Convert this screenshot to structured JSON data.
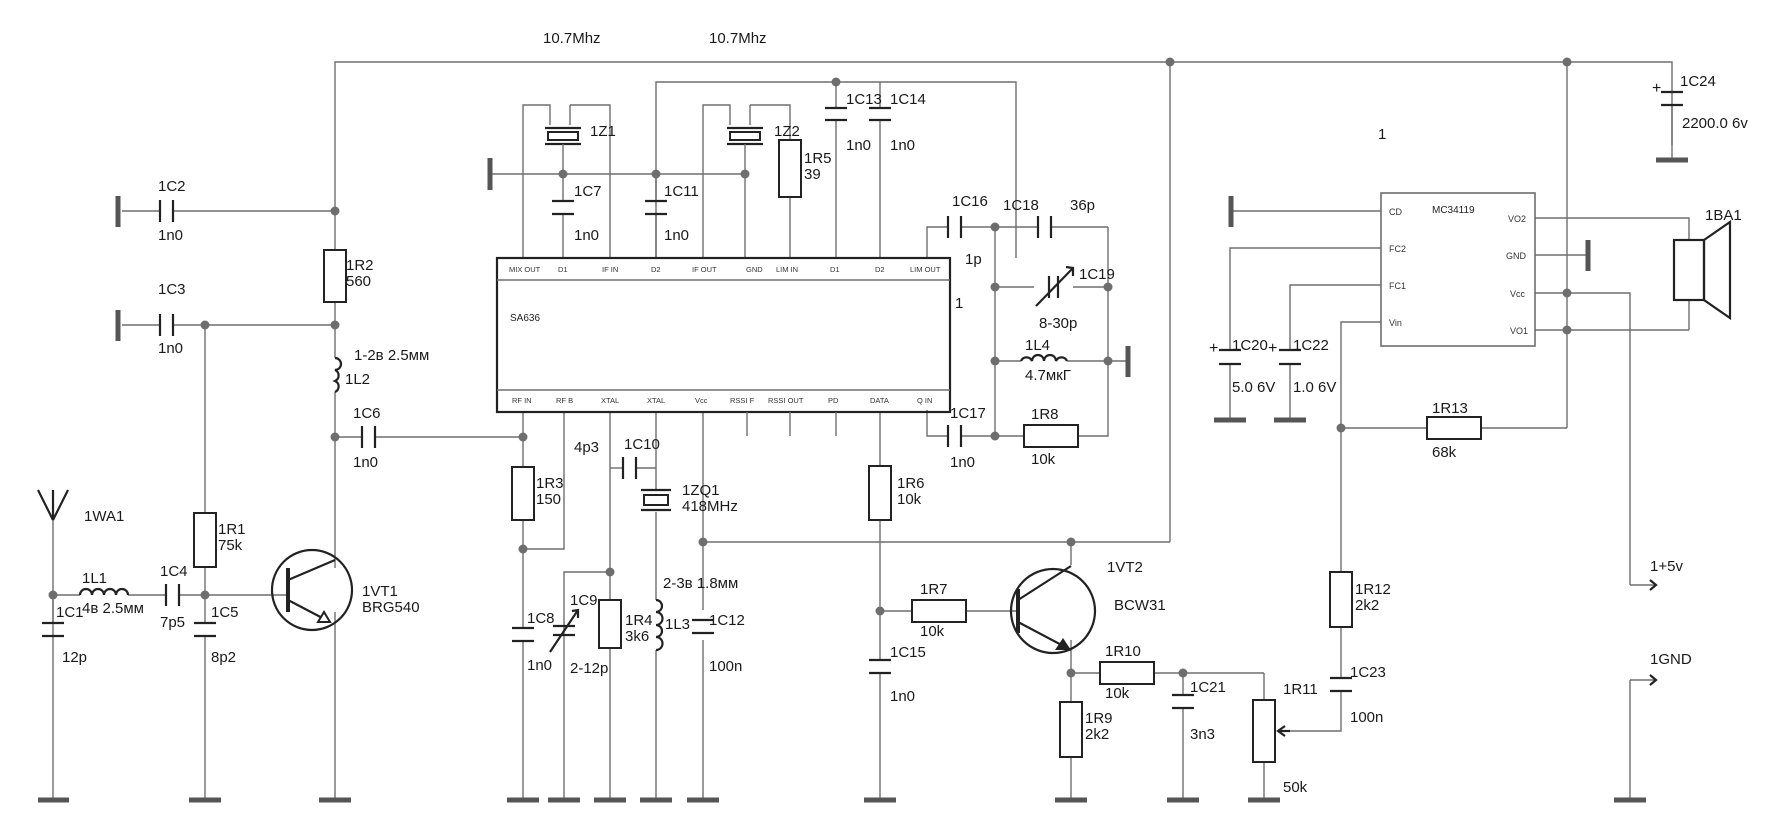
{
  "freq_labels": [
    "10.7Mhz",
    "10.7Mhz"
  ],
  "sheet_number_1": "1",
  "sheet_number_2": "1",
  "ic1": {
    "name": "SA636",
    "top_pins": [
      "MIX OUT",
      "D1",
      "IF IN",
      "D2",
      "IF OUT",
      "GND",
      "LIM IN",
      "D1",
      "D2",
      "LIM OUT"
    ],
    "bottom_pins": [
      "RF IN",
      "RF B",
      "XTAL",
      "XTAL",
      "Vcc",
      "RSSI F",
      "RSSI OUT",
      "PD",
      "DATA",
      "Q IN"
    ]
  },
  "ic2": {
    "name": "MC34119",
    "left_pins": [
      "CD",
      "FC2",
      "FC1",
      "Vin"
    ],
    "right_pins": [
      "VO2",
      "GND",
      "Vcc",
      "VO1"
    ]
  },
  "components": {
    "C2": {
      "ref": "1C2",
      "value": "1n0"
    },
    "C3": {
      "ref": "1C3",
      "value": "1n0"
    },
    "R2": {
      "ref": "1R2",
      "value": "560"
    },
    "L2": {
      "ref": "1L2",
      "value": "1-2в 2.5мм"
    },
    "C6": {
      "ref": "1C6",
      "value": "1n0"
    },
    "WA1": {
      "ref": "1WA1"
    },
    "L1": {
      "ref": "1L1",
      "value": "4в 2.5мм"
    },
    "C1": {
      "ref": "1C1",
      "value": "12p"
    },
    "C4": {
      "ref": "1C4",
      "value": "7p5"
    },
    "R1": {
      "ref": "1R1",
      "value": "75k"
    },
    "C5": {
      "ref": "1C5",
      "value": "8p2"
    },
    "VT1": {
      "ref": "1VT1",
      "value": "BRG540"
    },
    "Z1": {
      "ref": "1Z1"
    },
    "C7": {
      "ref": "1C7",
      "value": "1n0"
    },
    "C11": {
      "ref": "1C11",
      "value": "1n0"
    },
    "Z2": {
      "ref": "1Z2"
    },
    "R5": {
      "ref": "1R5",
      "value": "39"
    },
    "C13": {
      "ref": "1C13",
      "value": "1n0"
    },
    "C14": {
      "ref": "1C14",
      "value": "1n0"
    },
    "C16": {
      "ref": "1C16",
      "value": "1p"
    },
    "C18": {
      "ref": "1C18",
      "value": "36p"
    },
    "C19": {
      "ref": "1C19",
      "value": "8-30p"
    },
    "L4": {
      "ref": "1L4",
      "value": "4.7мкГ"
    },
    "C17": {
      "ref": "1C17",
      "value": "1n0"
    },
    "R8": {
      "ref": "1R8",
      "value": "10k"
    },
    "R3": {
      "ref": "1R3",
      "value": "150"
    },
    "C10": {
      "ref": "1C10",
      "value": "4p3"
    },
    "ZQ1": {
      "ref": "1ZQ1",
      "value": "418MHz"
    },
    "C8": {
      "ref": "1C8",
      "value": "1n0"
    },
    "C9": {
      "ref": "1C9",
      "value": "2-12p"
    },
    "R4": {
      "ref": "1R4",
      "value": "3k6"
    },
    "L3": {
      "ref": "1L3",
      "value": "2-3в 1.8мм"
    },
    "C12": {
      "ref": "1C12",
      "value": "100n"
    },
    "R6": {
      "ref": "1R6",
      "value": "10k"
    },
    "R7": {
      "ref": "1R7",
      "value": "10k"
    },
    "C15": {
      "ref": "1C15",
      "value": "1n0"
    },
    "VT2": {
      "ref": "1VT2",
      "value": "BCW31"
    },
    "R10": {
      "ref": "1R10",
      "value": "10k"
    },
    "R9": {
      "ref": "1R9",
      "value": "2k2"
    },
    "C21": {
      "ref": "1C21",
      "value": "3n3"
    },
    "R11": {
      "ref": "1R11",
      "value": "50k"
    },
    "R12": {
      "ref": "1R12",
      "value": "2k2"
    },
    "C23": {
      "ref": "1C23",
      "value": "100n"
    },
    "C20": {
      "ref": "1C20",
      "value": "5.0 6V"
    },
    "C22": {
      "ref": "1C22",
      "value": "1.0 6V"
    },
    "R13": {
      "ref": "1R13",
      "value": "68k"
    },
    "C24": {
      "ref": "1C24",
      "value": "2200.0 6v"
    },
    "BA1": {
      "ref": "1BA1"
    }
  },
  "terminals": {
    "vplus": "1+5v",
    "gnd": "1GND"
  }
}
